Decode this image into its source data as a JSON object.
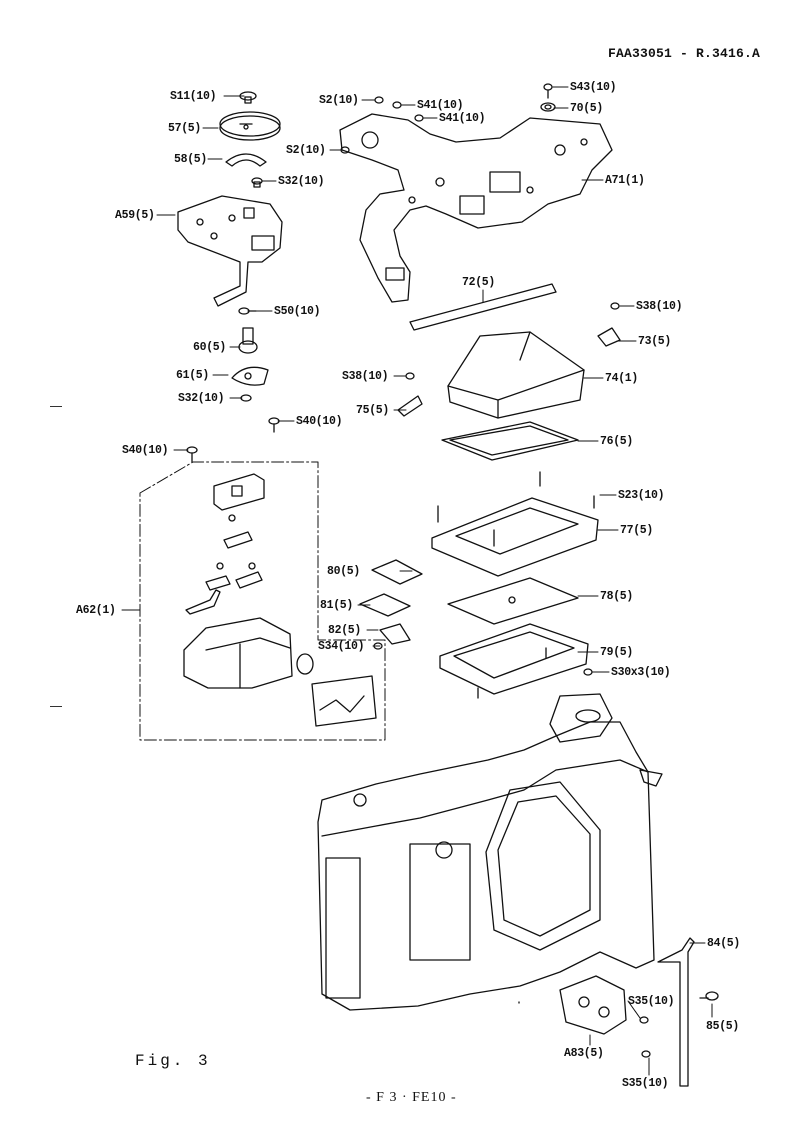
{
  "header": {
    "doc_code": "FAA33051 - R.3416.A"
  },
  "figure_label": "Fig. 3",
  "footer": "- F 3 · FE10 -",
  "parts": [
    {
      "key": "s11",
      "text": "S11(10)"
    },
    {
      "key": "p57",
      "text": "57(5)"
    },
    {
      "key": "p58",
      "text": "58(5)"
    },
    {
      "key": "s32a",
      "text": "S32(10)"
    },
    {
      "key": "a59",
      "text": "A59(5)"
    },
    {
      "key": "s50",
      "text": "S50(10)"
    },
    {
      "key": "p60",
      "text": "60(5)"
    },
    {
      "key": "p61",
      "text": "61(5)"
    },
    {
      "key": "s32b",
      "text": "S32(10)"
    },
    {
      "key": "s40a",
      "text": "S40(10)"
    },
    {
      "key": "s40b",
      "text": "S40(10)"
    },
    {
      "key": "a62",
      "text": "A62(1)"
    },
    {
      "key": "s2a",
      "text": "S2(10)"
    },
    {
      "key": "s41a",
      "text": "S41(10)"
    },
    {
      "key": "s41b",
      "text": "S41(10)"
    },
    {
      "key": "s2b",
      "text": "S2(10)"
    },
    {
      "key": "s43",
      "text": "S43(10)"
    },
    {
      "key": "p70",
      "text": "70(5)"
    },
    {
      "key": "a71",
      "text": "A71(1)"
    },
    {
      "key": "p72",
      "text": "72(5)"
    },
    {
      "key": "s38a",
      "text": "S38(10)"
    },
    {
      "key": "p73",
      "text": "73(5)"
    },
    {
      "key": "s38b",
      "text": "S38(10)"
    },
    {
      "key": "p74",
      "text": "74(1)"
    },
    {
      "key": "p75",
      "text": "75(5)"
    },
    {
      "key": "p76",
      "text": "76(5)"
    },
    {
      "key": "s23",
      "text": "S23(10)"
    },
    {
      "key": "p77",
      "text": "77(5)"
    },
    {
      "key": "p80",
      "text": "80(5)"
    },
    {
      "key": "p78",
      "text": "78(5)"
    },
    {
      "key": "p81",
      "text": "81(5)"
    },
    {
      "key": "p82",
      "text": "82(5)"
    },
    {
      "key": "s34",
      "text": "S34(10)"
    },
    {
      "key": "p79",
      "text": "79(5)"
    },
    {
      "key": "s30",
      "text": "S30x3(10)"
    },
    {
      "key": "p84",
      "text": "84(5)"
    },
    {
      "key": "s35a",
      "text": "S35(10)"
    },
    {
      "key": "p85",
      "text": "85(5)"
    },
    {
      "key": "a83",
      "text": "A83(5)"
    },
    {
      "key": "s35b",
      "text": "S35(10)"
    }
  ]
}
